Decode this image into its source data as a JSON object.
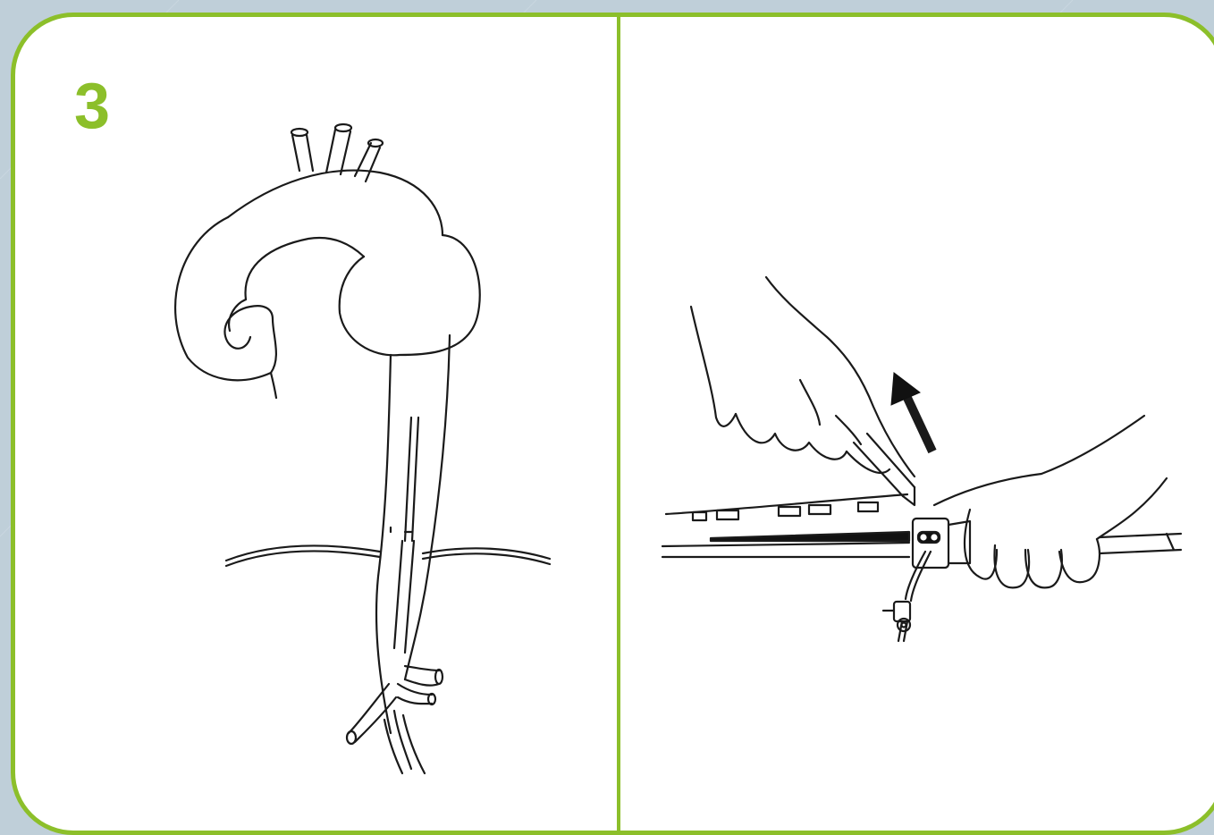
{
  "figure": {
    "step_number": "3",
    "colors": {
      "accent": "#8cbf2a",
      "background": "#bfcfd9",
      "panel": "#ffffff",
      "line": "#1a1a1a"
    },
    "panels": [
      {
        "name": "aortic-arch-illustration"
      },
      {
        "name": "hands-sheath-removal-illustration"
      }
    ],
    "icons": [
      "upward-arrow-icon",
      "stopcock-icon"
    ]
  }
}
